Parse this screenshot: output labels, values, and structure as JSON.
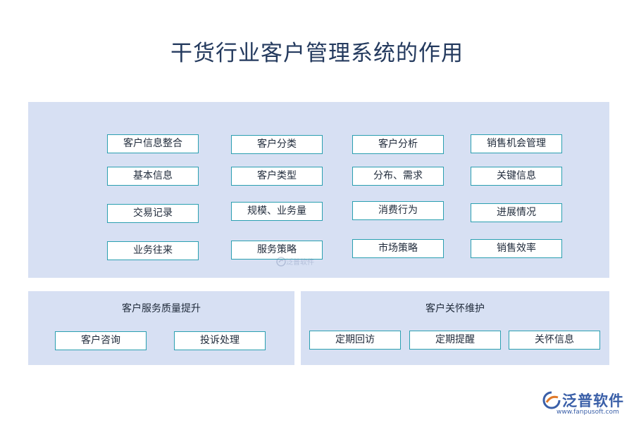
{
  "title": "干货行业客户管理系统的作用",
  "top": {
    "columns": [
      {
        "items": [
          "客户信息整合",
          "基本信息",
          "交易记录",
          "业务往来"
        ]
      },
      {
        "items": [
          "客户分类",
          "客户类型",
          "规模、业务量",
          "服务策略"
        ]
      },
      {
        "items": [
          "客户分析",
          "分布、需求",
          "消费行为",
          "市场策略"
        ]
      },
      {
        "items": [
          "销售机会管理",
          "关键信息",
          "进展情况",
          "销售效率"
        ]
      }
    ]
  },
  "service": {
    "heading": "客户服务质量提升",
    "items": [
      "客户咨询",
      "投诉处理"
    ]
  },
  "care": {
    "heading": "客户关怀维护",
    "items": [
      "定期回访",
      "定期提醒",
      "关怀信息"
    ]
  },
  "logo": {
    "name": "泛普软件",
    "url": "www.fanpusoft.com",
    "color": "#3a5fa8"
  },
  "watermark": {
    "name": "泛普软件"
  },
  "colors": {
    "panel": "#d7e0f3",
    "border": "#2a9fb0",
    "title": "#243a5e"
  }
}
